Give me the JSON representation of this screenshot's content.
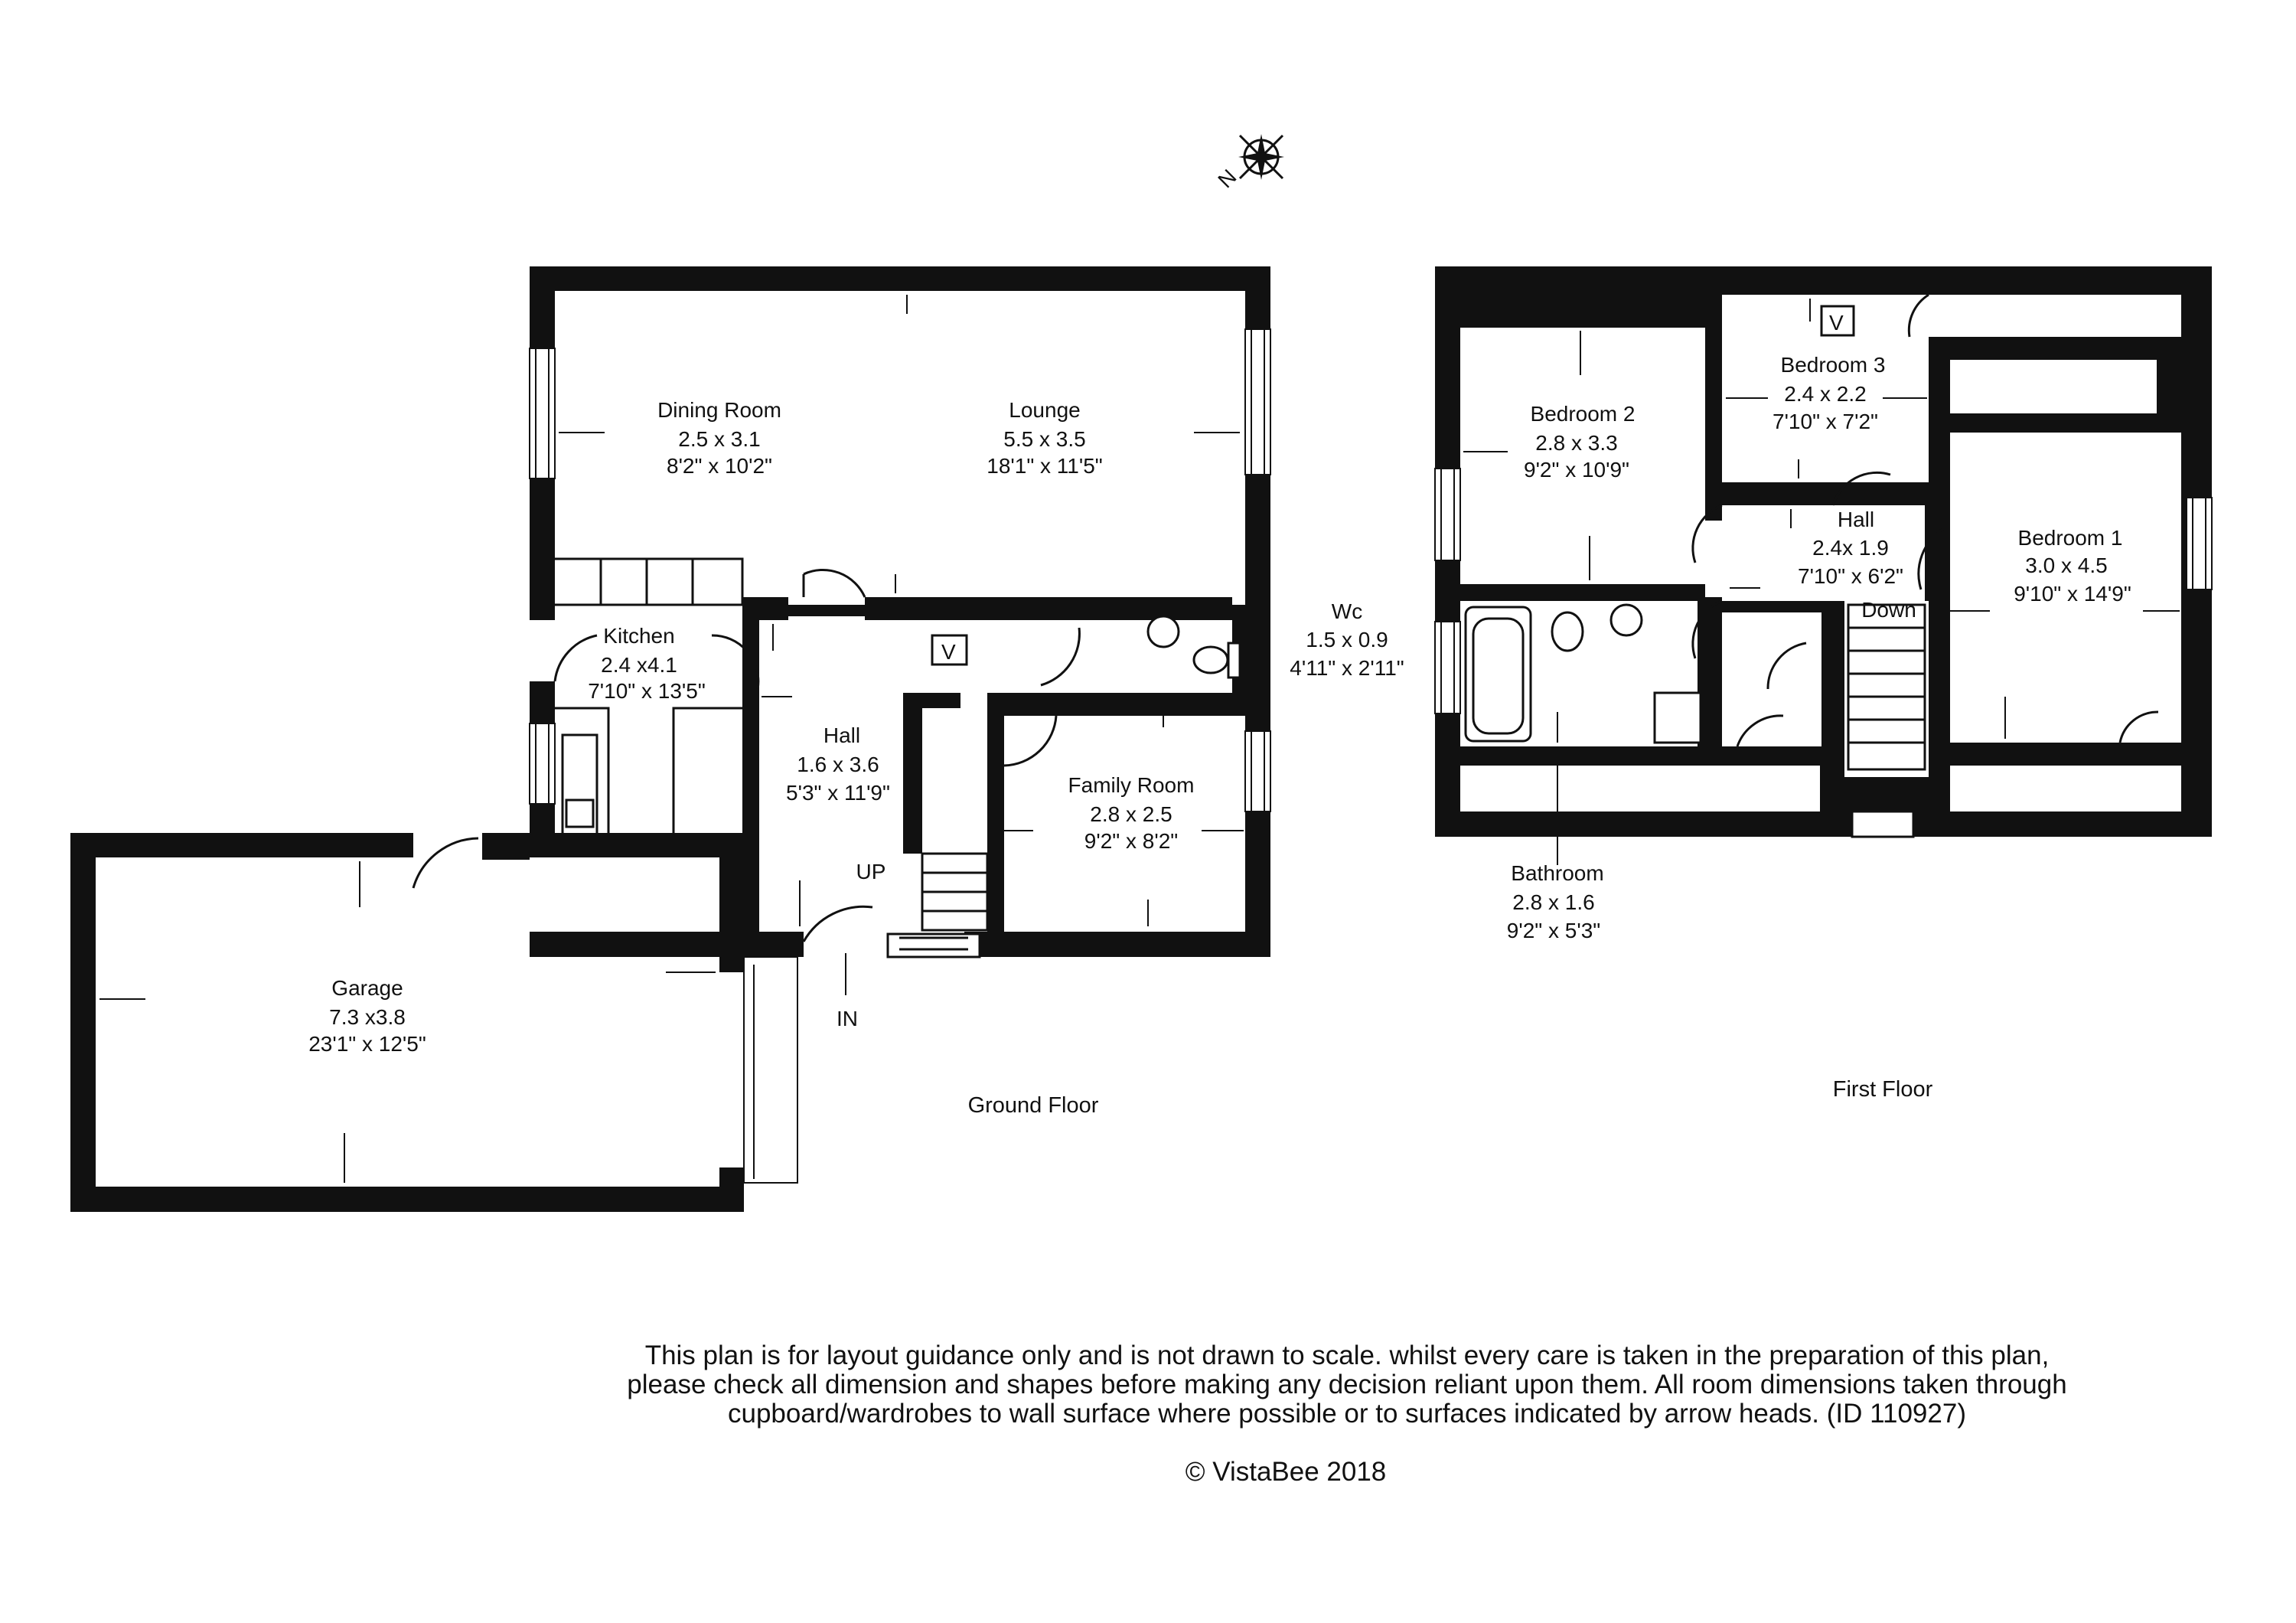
{
  "ground_floor": {
    "label": "Ground Floor",
    "rooms": {
      "dining_room": {
        "name": "Dining Room",
        "metric": "2.5 x 3.1",
        "imperial": "8'2\" x 10'2\""
      },
      "lounge": {
        "name": "Lounge",
        "metric": "5.5 x 3.5",
        "imperial": "18'1\" x 11'5\""
      },
      "kitchen": {
        "name": "Kitchen",
        "metric": "2.4 x4.1",
        "imperial": "7'10\" x 13'5\""
      },
      "wc": {
        "name": "Wc",
        "metric": "1.5 x 0.9",
        "imperial": "4'11\" x 2'11\""
      },
      "hall": {
        "name": "Hall",
        "metric": "1.6 x 3.6",
        "imperial": "5'3\" x 11'9\""
      },
      "family_room": {
        "name": "Family Room",
        "metric": "2.8 x 2.5",
        "imperial": "9'2\" x 8'2\""
      },
      "garage": {
        "name": "Garage",
        "metric": "7.3 x3.8",
        "imperial": "23'1\" x 12'5\""
      }
    },
    "markers": {
      "up": "UP",
      "entrance": "IN",
      "vent": "V"
    }
  },
  "first_floor": {
    "label": "First Floor",
    "rooms": {
      "bedroom_2": {
        "name": "Bedroom 2",
        "metric": "2.8 x 3.3",
        "imperial": "9'2\" x 10'9\""
      },
      "bedroom_3": {
        "name": "Bedroom 3",
        "metric": "2.4 x 2.2",
        "imperial": "7'10\" x 7'2\""
      },
      "hall": {
        "name": "Hall",
        "metric": "2.4x 1.9",
        "imperial": "7'10\" x 6'2\""
      },
      "bedroom_1": {
        "name": "Bedroom 1",
        "metric": "3.0 x 4.5",
        "imperial": "9'10\" x 14'9\""
      },
      "bathroom": {
        "name": "Bathroom",
        "metric": "2.8 x 1.6",
        "imperial": "9'2\" x 5'3\""
      }
    },
    "markers": {
      "down": "Down",
      "vent": "V"
    }
  },
  "compass": {
    "north_letter": "N",
    "icon": "compass-icon"
  },
  "disclaimer": [
    "This plan is for layout guidance only and is not drawn to scale. whilst every care is taken in the preparation of this plan,",
    "please check all dimension and shapes before making any decision reliant upon them. All room dimensions taken through",
    "cupboard/wardrobes to wall surface where possible or to surfaces indicated by arrow heads. (ID 110927)"
  ],
  "copyright": "© VistaBee 2018"
}
